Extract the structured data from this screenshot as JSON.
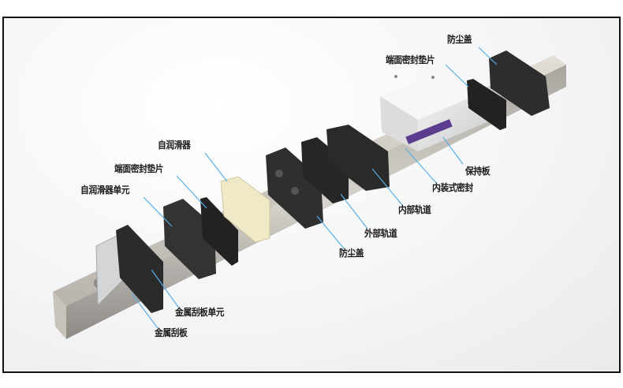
{
  "labels": {
    "dust_cover_right": "防尘盖",
    "end_seal_right": "端面密封垫片",
    "self_lubricator": "自润滑器",
    "end_seal_left": "端面密封垫片",
    "self_lubricator_unit": "自润滑器单元",
    "retainer_plate": "保持板",
    "built_in_seal": "内装式密封",
    "inner_track": "内部轨道",
    "outer_track": "外部轨道",
    "dust_cover_middle": "防尘盖",
    "metal_scraper_unit": "金属刮板单元",
    "metal_scraper": "金属刮板"
  },
  "colors": {
    "leader": "#5aaee6",
    "frame": "#111111"
  }
}
